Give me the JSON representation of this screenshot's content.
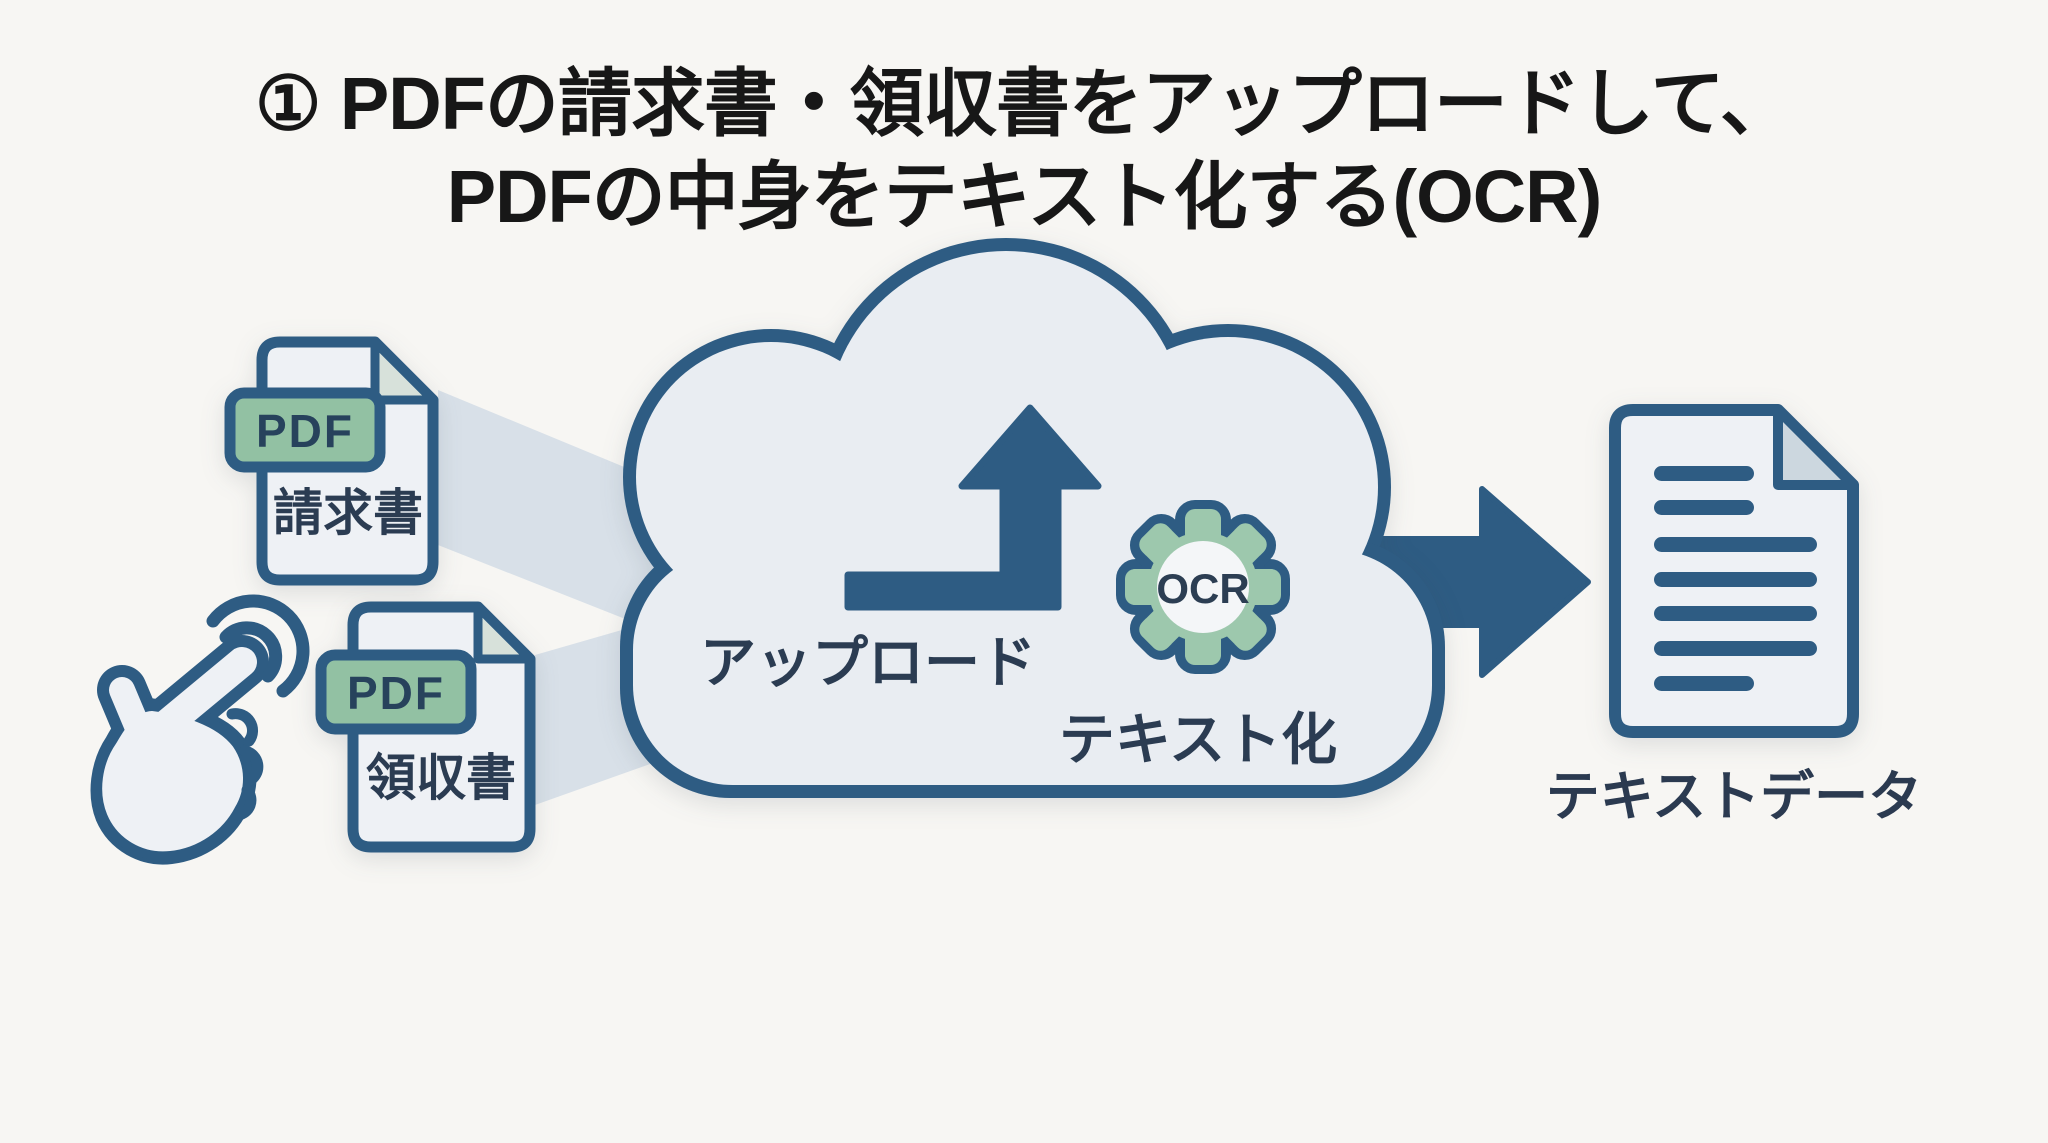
{
  "title": {
    "line1": "① PDFの請求書・領収書をアップロードして、",
    "line2": "PDFの中身をテキスト化する(OCR)"
  },
  "files": {
    "invoice": {
      "badge": "PDF",
      "label": "請求書"
    },
    "receipt": {
      "badge": "PDF",
      "label": "領収書"
    }
  },
  "cloud": {
    "upload_label": "アップロード",
    "ocr_label": "OCR",
    "textize_label": "テキスト化"
  },
  "output": {
    "label": "テキストデータ"
  },
  "colors": {
    "background": "#f7f6f3",
    "outline_navy": "#2e5c83",
    "dark_text": "#2b3c52",
    "title_text": "#171717",
    "cloud_fill": "#e9edf2",
    "file_fill": "#eef1f5",
    "badge_green": "#92c1a3",
    "gear_green": "#9dc8ad",
    "funnel_gray": "#d8e0e8"
  }
}
